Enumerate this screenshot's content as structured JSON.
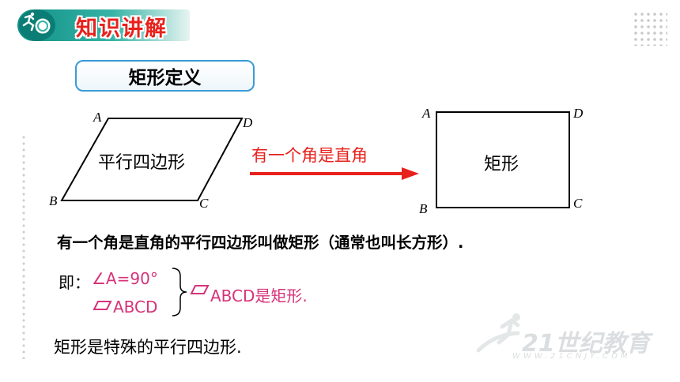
{
  "header": {
    "title": "知识讲解",
    "logo": "runner-magnifier-logo-icon"
  },
  "section": {
    "label": "矩形定义"
  },
  "left_shape": {
    "name": "平行四边形",
    "vertices": {
      "a": "A",
      "b": "B",
      "c": "C",
      "d": "D"
    }
  },
  "arrow": {
    "label": "有一个角是直角",
    "color": "#e8211c"
  },
  "right_shape": {
    "name": "矩形",
    "vertices": {
      "a": "A",
      "b": "B",
      "c": "C",
      "d": "D"
    }
  },
  "definition": "有一个角是直角的平行四边形叫做矩形（通常也叫长方形）.",
  "reasoning": {
    "prefix": "即：",
    "condition1": "∠A=90°",
    "condition2": "ABCD",
    "result": "ABCD是矩形."
  },
  "conclusion": "矩形是特殊的平行四边形.",
  "watermark": {
    "text": "21世纪教育",
    "sub": "WWW.21CNJY.COM"
  },
  "colors": {
    "accent_red": "#e8211c",
    "teal": "#0f8f86",
    "pink": "#d6337a",
    "border_blue": "#3a9bd6"
  }
}
